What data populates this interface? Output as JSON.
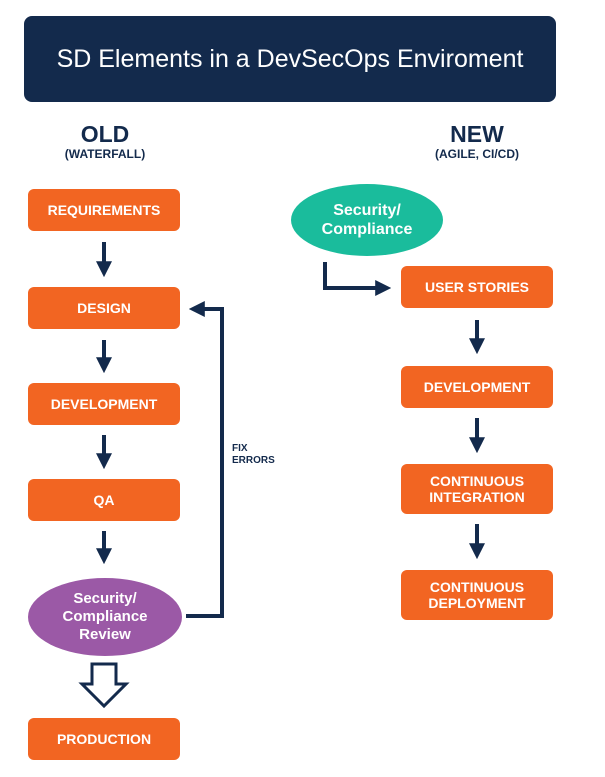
{
  "title": "SD Elements in a DevSecOps Enviroment",
  "old": {
    "heading": "OLD",
    "subheading": "(WATERFALL)",
    "steps": [
      "REQUIREMENTS",
      "DESIGN",
      "DEVELOPMENT",
      "QA"
    ],
    "review": "Security/\nCompliance\nReview",
    "final_step": "PRODUCTION",
    "feedback_label": "FIX\nERRORS"
  },
  "new": {
    "heading": "NEW",
    "subheading": "(AGILE, CI/CD)",
    "start": "Security/\nCompliance",
    "steps": [
      "USER STORIES",
      "DEVELOPMENT",
      "CONTINUOUS\nINTEGRATION",
      "CONTINUOUS\nDEPLOYMENT"
    ]
  },
  "colors": {
    "navy": "#132a4c",
    "orange": "#f26522",
    "purple": "#9b59a6",
    "teal": "#1abc9c"
  }
}
